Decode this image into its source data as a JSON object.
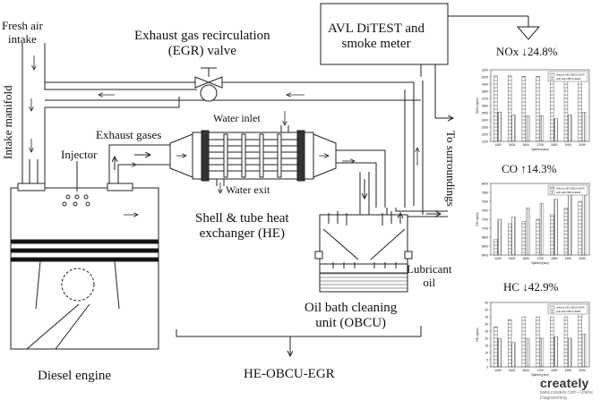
{
  "labels": {
    "fresh_air": "Fresh air",
    "intake": "intake",
    "intake_manifold": "Intake manifold",
    "egr_valve_1": "Exhaust gas recirculation",
    "egr_valve_2": "(EGR) valve",
    "avl_1": "AVL DiTEST and",
    "avl_2": "smoke meter",
    "to_surroundings": "To surroundings",
    "exhaust_gases": "Exhaust gases",
    "water_inlet": "Water inlet",
    "water_exit": "Water exit",
    "injector": "Injector",
    "he_1": "Shell & tube heat",
    "he_2": "exchanger (HE)",
    "lubricant_1": "Lubricant",
    "lubricant_2": "oil",
    "obcu_1": "Oil bath cleaning",
    "obcu_2": "unit (OBCU)",
    "diesel_engine": "Diesel engine",
    "system": "HE-OBCU-EGR"
  },
  "brand": {
    "name": "creately",
    "tag": "www.creately.com • Online Diagramming"
  },
  "chart_data": [
    {
      "type": "bar",
      "title": "NOx",
      "title_subscript": "x",
      "change": "↓24.8%",
      "ylabel": "NOx (ppm)",
      "xlabel": "Speed (rpm)",
      "categories": [
        "1400",
        "1500",
        "1600",
        "1700",
        "1800",
        "1900",
        "2000"
      ],
      "ylim": [
        2100,
        3100
      ],
      "yticks": [
        2100,
        2200,
        2300,
        2400,
        2500,
        2600,
        2700,
        2800,
        2900,
        3000,
        3100
      ],
      "legend": [
        "without HE-OBCU-EGR",
        "with HE-OBCU-EGR"
      ],
      "series": [
        {
          "name": "without HE-OBCU-EGR",
          "values": [
            3020,
            3020,
            3010,
            3010,
            3000,
            3000,
            2990
          ]
        },
        {
          "name": "with HE-OBCU-EGR",
          "values": [
            2510,
            2470,
            2460,
            2460,
            2420,
            2470,
            2510
          ]
        }
      ]
    },
    {
      "type": "bar",
      "title": "CO",
      "change": "↑14.3%",
      "ylabel": "CO (ppm)",
      "xlabel": "Speed (rpm)",
      "categories": [
        "1400",
        "1500",
        "1600",
        "1700",
        "1800",
        "1900",
        "2000"
      ],
      "ylim": [
        6400,
        8000
      ],
      "yticks": [
        6400,
        6600,
        6800,
        7000,
        7200,
        7400,
        7600,
        7800,
        8000
      ],
      "legend": [
        "without HE-OBCU-EGR",
        "with HE-OBCU-EGR"
      ],
      "series": [
        {
          "name": "without HE-OBCU-EGR",
          "values": [
            6750,
            7100,
            7150,
            7200,
            7300,
            7450,
            7600
          ]
        },
        {
          "name": "with HE-OBCU-EGR",
          "values": [
            7200,
            7250,
            7450,
            7550,
            7650,
            7750,
            7800
          ]
        }
      ]
    },
    {
      "type": "bar",
      "title": "HC",
      "change": "↓42.9%",
      "ylabel": "HC (ppm)",
      "xlabel": "Speed (rpm)",
      "categories": [
        "1400",
        "1500",
        "1600",
        "1700",
        "1800",
        "1900",
        "2000"
      ],
      "ylim": [
        0,
        45
      ],
      "yticks": [
        0,
        5,
        10,
        15,
        20,
        25,
        30,
        35,
        40,
        45
      ],
      "legend": [
        "without HE-OBCU-EGR",
        "with HE-OBCU-EGR"
      ],
      "series": [
        {
          "name": "without HE-OBCU-EGR",
          "values": [
            28,
            33,
            35,
            35,
            35,
            35,
            37
          ]
        },
        {
          "name": "with HE-OBCU-EGR",
          "values": [
            20,
            17,
            20,
            20,
            21,
            20,
            23
          ]
        }
      ]
    }
  ]
}
